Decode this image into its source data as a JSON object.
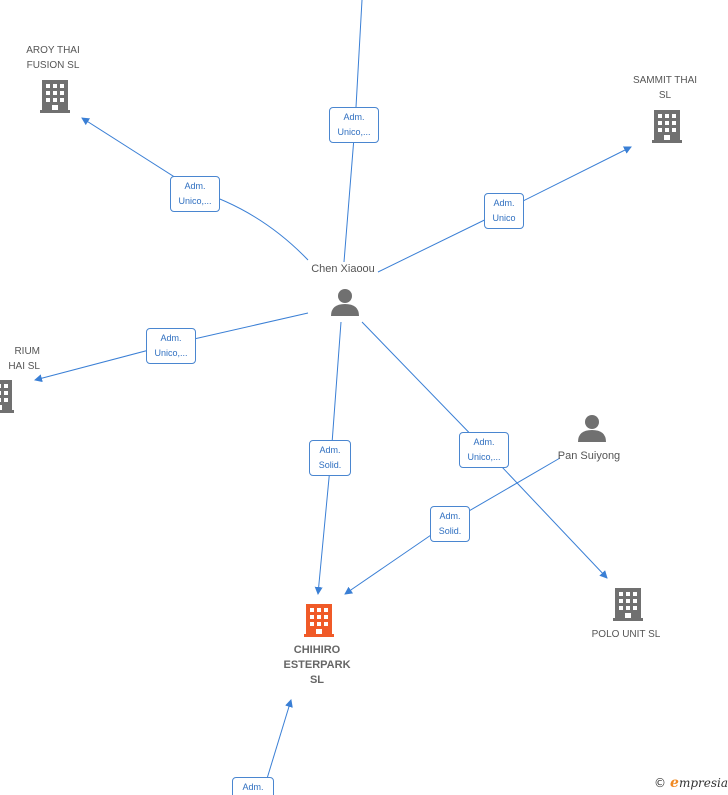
{
  "colors": {
    "edge": "#3a7fd5",
    "icon": "#707070",
    "focus": "#f05a28"
  },
  "nodes": {
    "chen": {
      "label": "Chen Xiaoou",
      "icon": "person-icon"
    },
    "pan": {
      "label": "Pan Suiyong",
      "icon": "person-icon"
    },
    "aroy": {
      "label": "AROY THAI\nFUSION  SL",
      "icon": "building-icon"
    },
    "sammit": {
      "label": "SAMMIT THAI\nSL",
      "icon": "building-icon"
    },
    "rium": {
      "label": "RIUM\nHAI  SL",
      "icon": "building-icon"
    },
    "polo": {
      "label": "POLO UNIT SL",
      "icon": "building-icon"
    },
    "chihiro": {
      "label": "CHIHIRO\nESTERPARK\nSL",
      "icon": "building-icon"
    }
  },
  "relations": [
    {
      "l1": "Adm.",
      "l2": "Unico,..."
    },
    {
      "l1": "Adm.",
      "l2": "Unico,..."
    },
    {
      "l1": "Adm.",
      "l2": "Unico"
    },
    {
      "l1": "Adm.",
      "l2": "Unico,..."
    },
    {
      "l1": "Adm.",
      "l2": "Solid."
    },
    {
      "l1": "Adm.",
      "l2": "Unico,..."
    },
    {
      "l1": "Adm.",
      "l2": "Solid."
    },
    {
      "l1": "Adm.",
      "l2": ""
    }
  ],
  "brand": {
    "copyright": "©",
    "initial": "e",
    "rest": "mpresia"
  }
}
